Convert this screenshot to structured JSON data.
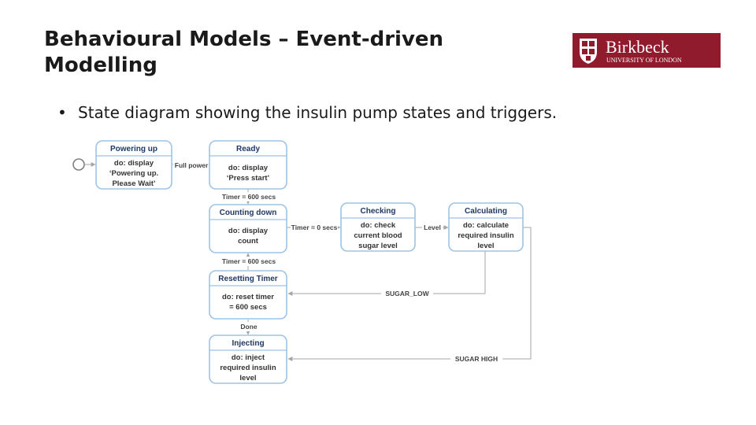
{
  "slide": {
    "title_line1": "Behavioural Models – Event-driven",
    "title_line2": "Modelling",
    "bullet": "State diagram showing the insulin pump states and triggers."
  },
  "logo": {
    "name": "Birkbeck",
    "subtitle": "UNIVERSITY OF LONDON",
    "colors": {
      "background": "#8f1b2d",
      "text": "#ffffff"
    }
  },
  "states": {
    "powering_up": {
      "title": "Powering up",
      "lines": [
        "do: display",
        "‘Powering up.",
        "Please Wait’"
      ]
    },
    "ready": {
      "title": "Ready",
      "lines": [
        "do: display",
        "‘Press start’"
      ]
    },
    "counting_down": {
      "title": "Counting down",
      "lines": [
        "do: display",
        "count"
      ]
    },
    "checking": {
      "title": "Checking",
      "lines": [
        "do: check",
        "current blood",
        "sugar level"
      ]
    },
    "calculating": {
      "title": "Calculating",
      "lines": [
        "do: calculate",
        "required insulin",
        "level"
      ]
    },
    "resetting_timer": {
      "title": "Resetting Timer",
      "lines": [
        "do: reset timer",
        "= 600 secs"
      ]
    },
    "injecting": {
      "title": "Injecting",
      "lines": [
        "do: inject",
        "required insulin",
        "level"
      ]
    }
  },
  "transitions": {
    "full_power": "Full power",
    "ready_to_counting": "Timer = 600 secs",
    "counting_to_checking": "Timer = 0 secs",
    "checking_to_calculating": "Level",
    "resetting_to_counting": "Timer = 600 secs",
    "sugar_low": "SUGAR_LOW",
    "done": "Done",
    "sugar_high": "SUGAR HIGH"
  },
  "colors": {
    "state_border": "#9dc3e6",
    "state_title": "#1f3864",
    "connector": "#a6a6a6"
  }
}
